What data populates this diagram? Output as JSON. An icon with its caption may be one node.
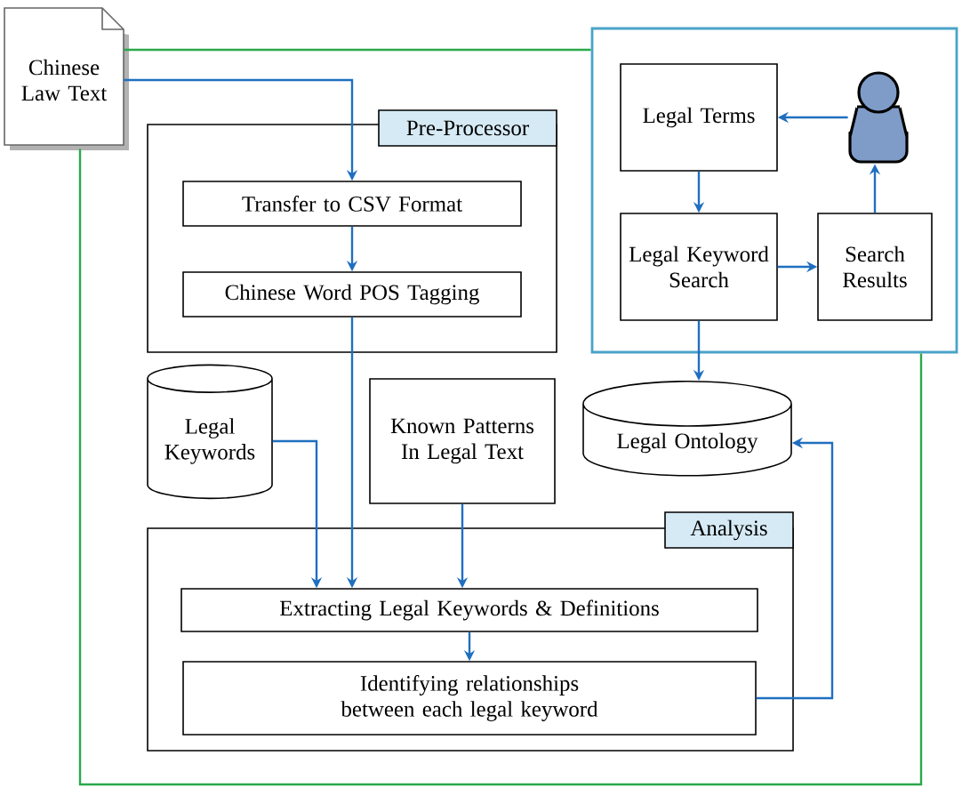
{
  "diagram": {
    "nodes": [
      {
        "text": [
          "Chinese Law Text"
        ]
      },
      {
        "text": [
          "Pre-Processor"
        ]
      },
      {
        "text": [
          "Transfer to CSV Format"
        ],
        "in": 1
      },
      {
        "text": [
          "Chinese Word POS Tagging"
        ],
        "in": 1
      },
      {
        "text": [],
        "shape": "box"
      },
      {
        "text": [
          "Legal Terms"
        ],
        "in": 4
      },
      {
        "text": [
          "Legal Keyword Search"
        ],
        "in": 4
      },
      {
        "text": [
          "Search Results"
        ],
        "in": 4
      },
      {
        "text": [],
        "shape": "person",
        "in": 4
      },
      {
        "text": [
          "Legal Keywords"
        ]
      },
      {
        "text": [
          "Known Patterns In Legal Text"
        ]
      },
      {
        "text": [
          "Legal Ontology"
        ]
      },
      {
        "text": [
          "Analysis"
        ]
      },
      {
        "text": [
          "Extracting Legal Keywords & Definitions"
        ],
        "in": 12
      },
      {
        "text": [
          "Identifying relationships between each legal keyword"
        ],
        "in": 12
      }
    ],
    "edges": [
      {
        "from": 0,
        "to": 2,
        "arrow": "to"
      },
      {
        "from": 2,
        "to": 3,
        "arrow": "to"
      },
      {
        "from": 3,
        "to": 13,
        "arrow": "to"
      },
      {
        "from": 9,
        "to": 13,
        "arrow": "to"
      },
      {
        "from": 10,
        "to": 13,
        "arrow": "to"
      },
      {
        "from": 13,
        "to": 14,
        "arrow": "to"
      },
      {
        "from": 14,
        "to": 11,
        "arrow": "to"
      },
      {
        "from": 6,
        "to": 11,
        "arrow": "to"
      },
      {
        "from": 5,
        "to": 6,
        "arrow": "to"
      },
      {
        "from": 6,
        "to": 7,
        "arrow": "to"
      },
      {
        "from": 7,
        "to": 8,
        "arrow": "to"
      },
      {
        "from": 8,
        "to": 5,
        "arrow": "to"
      },
      {
        "from": 0,
        "to": 4,
        "arrow": "none",
        "color": "#2aa84a"
      },
      {
        "from": 0,
        "to": 4,
        "arrow": "none",
        "color": "#2aa84a"
      }
    ]
  }
}
